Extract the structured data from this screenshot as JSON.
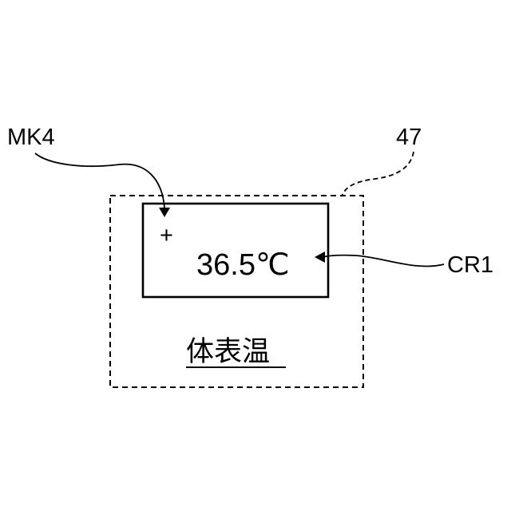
{
  "labels": {
    "marker_ref": "MK4",
    "panel_ref": "47",
    "reading_ref": "CR1"
  },
  "panel": {
    "marker_symbol": "+",
    "temperature_reading": "36.5℃",
    "caption": "体表温"
  }
}
